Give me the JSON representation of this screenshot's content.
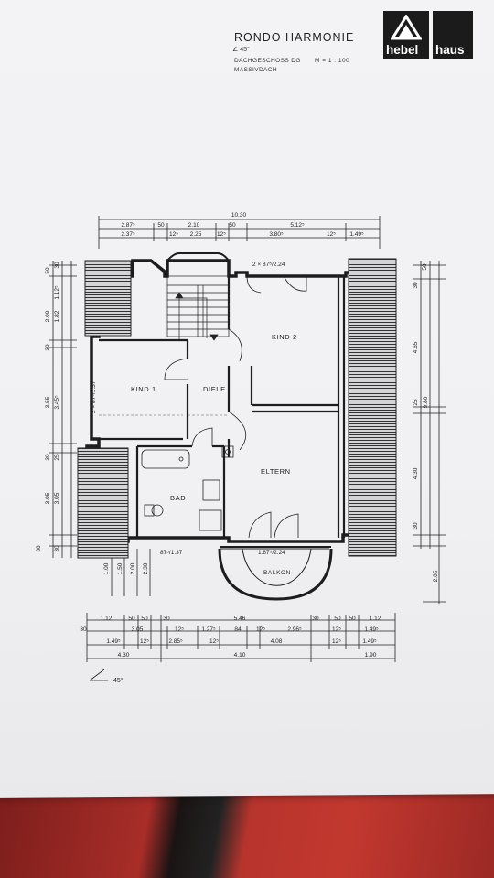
{
  "header": {
    "title": "RONDO HARMONIE",
    "angle_note": "45°",
    "floor": "DACHGESCHOSS DG",
    "scale": "M = 1 : 100",
    "roof": "MASSIVDACH"
  },
  "logo": {
    "part1": "hebel",
    "part2": "haus"
  },
  "rooms": {
    "kind1": "KIND 1",
    "kind2": "KIND 2",
    "diele": "DIELE",
    "eltern": "ELTERN",
    "bad": "BAD",
    "balkon": "BALKON"
  },
  "annotations": {
    "window_top": "2 × 87⁵/2.24",
    "window_left": "2 × 87⁵/1.37",
    "window_bad": "87⁵/1.37",
    "door_balkon": "1.87⁵/2.24"
  },
  "dims_top": {
    "overall": "10.30",
    "r1": [
      "2.87⁵",
      "50",
      "2.10",
      "50",
      "5.12⁵"
    ],
    "r2": [
      "2.37⁵",
      "12⁵",
      "2.25",
      "12⁵",
      "3.80⁵",
      "12⁵",
      "1.49⁵"
    ]
  },
  "dims_left": [
    "50",
    "30",
    "1.12⁵",
    "2.00",
    "1.82",
    "30",
    "3.55",
    "3.45⁵",
    "30",
    "25",
    "3.05",
    "3.05",
    "30",
    "30"
  ],
  "dims_right": [
    "50",
    "30",
    "4.65",
    "25",
    "9.80",
    "4.30",
    "30"
  ],
  "dims_lower_left": [
    "1.00",
    "1.50",
    "2.00",
    "2.30"
  ],
  "dims_lower_right": "2.05",
  "dims_bottom": {
    "r1": [
      "1.12",
      "50",
      "50",
      "30",
      "5.46",
      "30",
      "50",
      "50",
      "1.12"
    ],
    "r2": [
      "30",
      "3.05",
      "12⁵",
      "1.27⁵",
      "84",
      "12⁵",
      "2.96⁵",
      "12⁵",
      "1.49⁵"
    ],
    "r3": [
      "1.49⁵",
      "12⁵",
      "2.85⁵",
      "12⁵",
      "4.08",
      "12⁵",
      "1.49⁵"
    ],
    "r4": [
      "4.30",
      "4.10",
      "1.90"
    ]
  },
  "footer_angle": "45°"
}
